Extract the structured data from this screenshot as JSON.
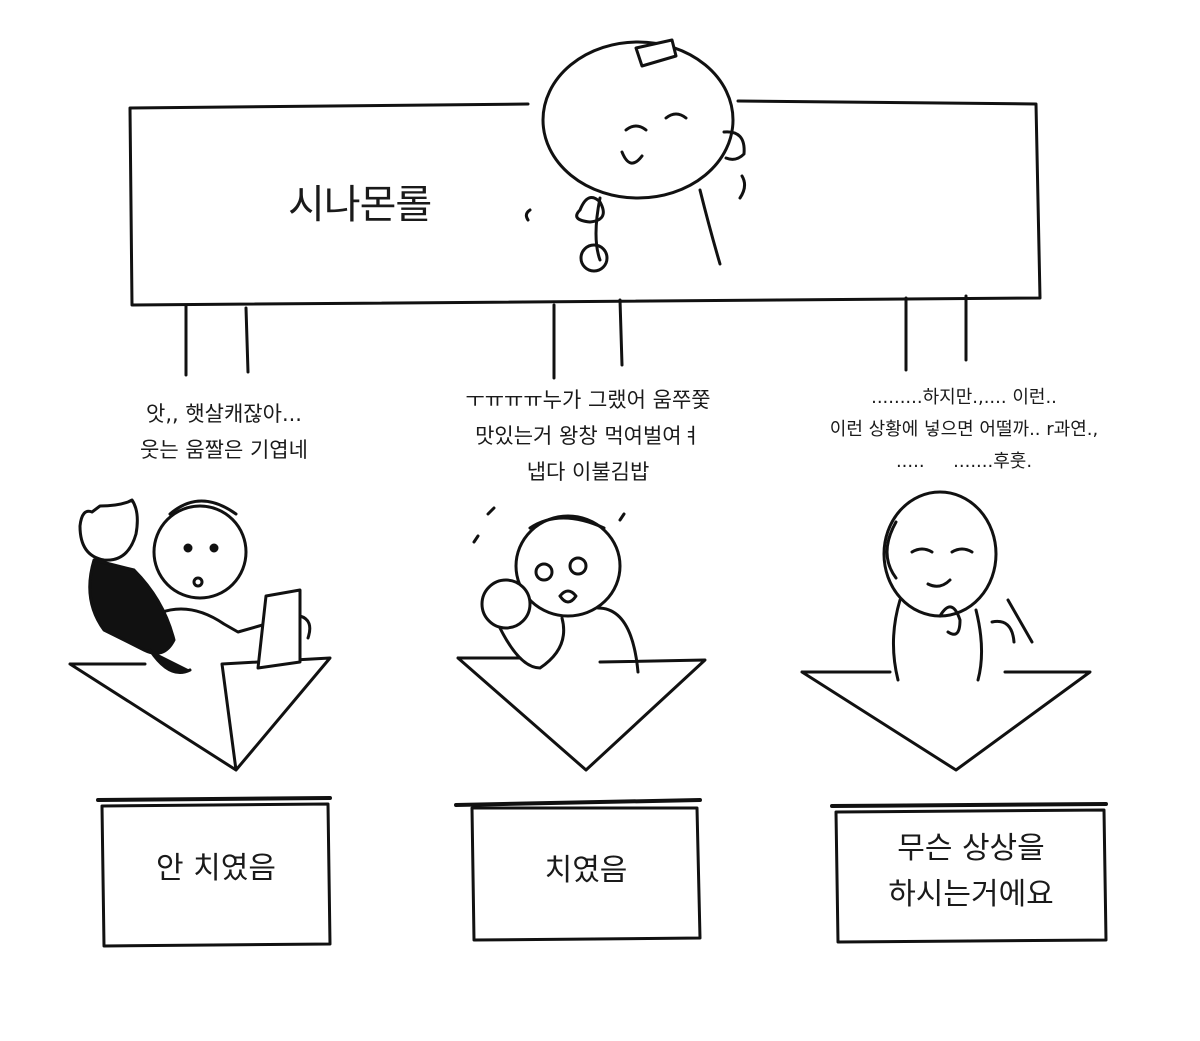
{
  "title": "시나몬롤",
  "branches": [
    {
      "caption_lines": [
        "앗,, 햇살캐잖아...",
        "웃는 움짤은 기엽네"
      ],
      "result_lines": [
        "안 치였음"
      ]
    },
    {
      "caption_lines": [
        "ㅜㅠㅠㅠ누가 그랬어 움쭈쭟",
        "맛있는거 왕창 먹여벌여ㅕ",
        "냅다 이불김밥"
      ],
      "result_lines": [
        "치였음"
      ]
    },
    {
      "caption_lines": [
        ".........하지만.,.... 이런..",
        "이런 상황에 넣으면 어떨까.. r과연.,",
        ".....     .......후훗."
      ],
      "result_lines": [
        "무슨 상상을",
        "하시는거에요"
      ]
    }
  ]
}
